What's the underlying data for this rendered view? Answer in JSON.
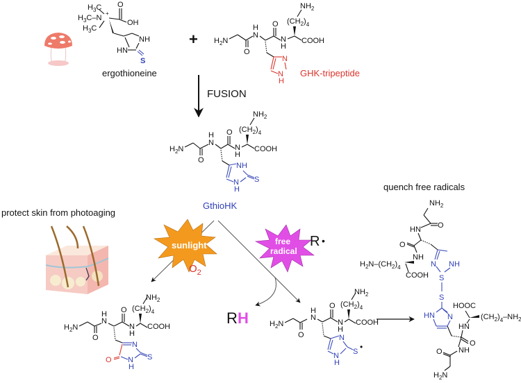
{
  "reactants": {
    "ergothioneine": {
      "name": "ergothioneine",
      "groups": [
        "H3C",
        "H3C",
        "H3C",
        "N+",
        "O",
        "OH",
        "NH",
        "HN",
        "S"
      ]
    },
    "plus": "+",
    "ghk": {
      "name": "GHK-tripeptide",
      "groups": [
        "H2N",
        "H",
        "N",
        "O",
        "O",
        "N",
        "H",
        "NH2",
        "(CH2)4",
        "COOH",
        "N",
        "N",
        "H"
      ]
    }
  },
  "fusion": {
    "label": "FUSION"
  },
  "product": {
    "name": "GthioHK",
    "groups": [
      "H2N",
      "H",
      "N",
      "O",
      "O",
      "N",
      "H",
      "NH2",
      "(CH2)4",
      "COOH",
      "NH",
      "N",
      "H",
      "S"
    ]
  },
  "left_branch": {
    "caption": "protect skin from photoaging",
    "trigger": "sunlight",
    "reagent": "O2",
    "product_groups": [
      "H2N",
      "H",
      "N",
      "O",
      "O",
      "N",
      "H",
      "NH2",
      "(CH2)4",
      "COOH",
      "N",
      "N",
      "H",
      "S",
      "O"
    ]
  },
  "middle_branch": {
    "trigger_line1": "free",
    "trigger_line2": "radical",
    "radical": "R",
    "radical_dot": "•",
    "byproduct_r": "R",
    "byproduct_h": "H",
    "product_groups": [
      "H2N",
      "H",
      "N",
      "O",
      "O",
      "N",
      "H",
      "NH2",
      "(CH2)4",
      "COOH",
      "N",
      "N",
      "H",
      "S•"
    ]
  },
  "right_branch": {
    "caption": "quench free radicals",
    "dimer_top_groups": [
      "NH2",
      "HN",
      "O",
      "O",
      "NH",
      "H2N",
      "(CH2)4",
      "COOH",
      "N",
      "NH",
      "S"
    ],
    "dimer_bottom_groups": [
      "S",
      "HN",
      "N",
      "HOOC",
      "HN",
      "(CH2)4",
      "NH2",
      "O",
      "NH",
      "O",
      "H2N"
    ]
  },
  "colors": {
    "sunlight": "#f39a1e",
    "free_radical": "#e14ee6",
    "thio_blue": "#2f3fb5",
    "ghk_red": "#d9342b",
    "rh_magenta": "#e14ee6"
  }
}
